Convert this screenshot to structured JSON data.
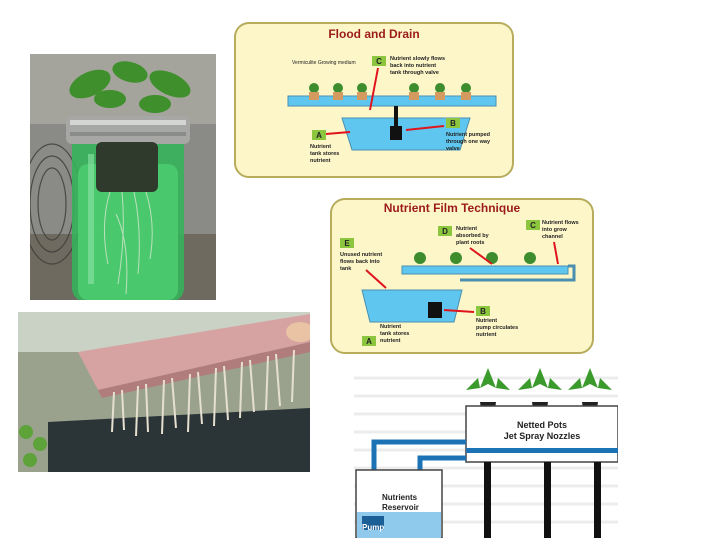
{
  "flood_drain": {
    "title": "Flood and Drain",
    "medium_label": "Vermiculite Growing medium",
    "c_tag": "C",
    "c_text": [
      "Nutrient slowly flows",
      "back into nutrient",
      "tank through valve"
    ],
    "b_tag": "B",
    "b_text": [
      "Nutrient pumped",
      "through one way",
      "valve"
    ],
    "a_tag": "A",
    "a_text": [
      "Nutrient",
      "tank stores",
      "nutrient"
    ]
  },
  "nft": {
    "title": "Nutrient Film Technique",
    "c_tag": "C",
    "c_text": [
      "Nutrient flows",
      "into grow",
      "channel"
    ],
    "d_tag": "D",
    "d_text": [
      "Nutrient",
      "absorbed by",
      "plant roots"
    ],
    "e_tag": "E",
    "e_text": [
      "Unused nutrient",
      "flows back into",
      "tank"
    ],
    "b_tag": "B",
    "b_text": [
      "Nutrient",
      "pump circulates",
      "nutrient"
    ],
    "a_tag": "A",
    "a_text": [
      "Nutrient",
      "tank stores",
      "nutrient"
    ]
  },
  "aeroponics": {
    "pots_label": "Netted Pots",
    "nozzles_label": "Jet Spray Nozzles",
    "reservoir_label": [
      "Nutrients",
      "Reservoir"
    ],
    "pump_label": "Pump"
  },
  "colors": {
    "panel_bg": "#fdf6c9",
    "panel_border": "#b8ac5c",
    "water": "#5fc7ef",
    "tag_bg": "#8cc63f",
    "arrow": "#e0141c",
    "title": "#9b1b1b"
  }
}
